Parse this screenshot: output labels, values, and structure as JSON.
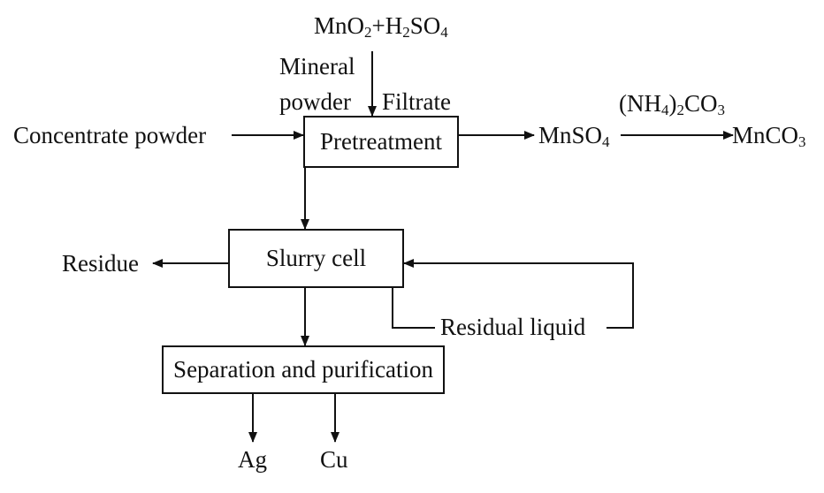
{
  "diagram": {
    "nodes": {
      "concentrate": "Concentrate powder",
      "pretreatment": "Pretreatment",
      "slurry": "Slurry cell",
      "separation": "Separation and purification",
      "residue": "Residue",
      "ag": "Ag",
      "cu": "Cu",
      "mnso4": {
        "base": "MnSO",
        "sub": "4"
      },
      "mnco3": {
        "base": "MnCO",
        "sub": "3"
      }
    },
    "inputs": {
      "reagent": {
        "p1": "MnO",
        "s1": "2",
        "p2": "+H",
        "s2": "2",
        "p3": "SO",
        "s3": "4"
      },
      "mineral_line1": "Mineral",
      "mineral_line2": "powder",
      "filtrate": "Filtrate",
      "carbonate": {
        "p1": "(NH",
        "s1": "4",
        "p2": ")",
        "s2": "2",
        "p3": "CO",
        "s3": "3"
      }
    },
    "loop": {
      "residual_liquid": "Residual liquid"
    }
  },
  "colors": {
    "ink": "#111111",
    "background": "#ffffff"
  }
}
